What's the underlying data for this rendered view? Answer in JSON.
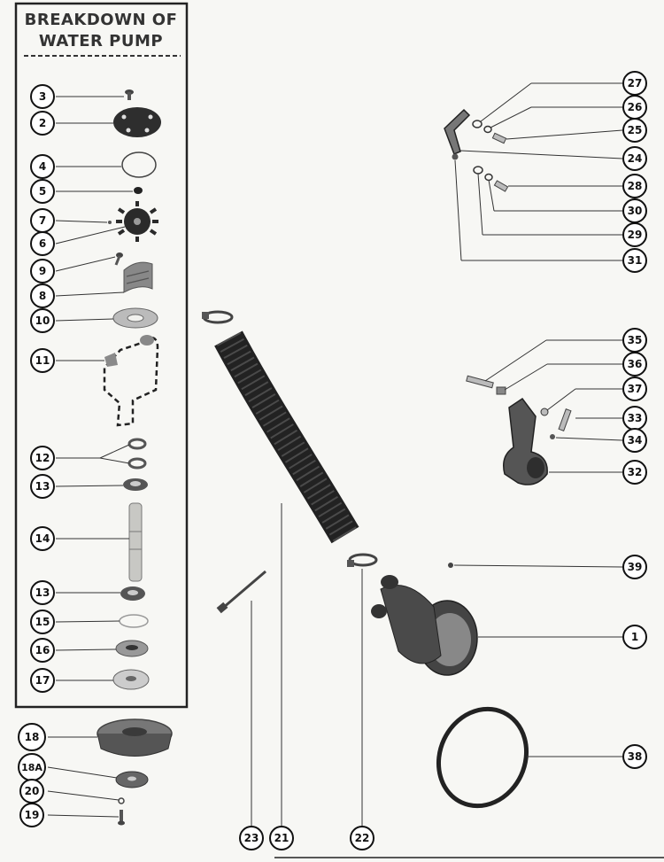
{
  "title": {
    "line1": "BREAKDOWN OF",
    "line2": "WATER PUMP"
  },
  "callouts": {
    "c3": "3",
    "c2": "2",
    "c4": "4",
    "c5": "5",
    "c7": "7",
    "c6": "6",
    "c9": "9",
    "c8": "8",
    "c10": "10",
    "c11": "11",
    "c12": "12",
    "c13a": "13",
    "c14": "14",
    "c13b": "13",
    "c15": "15",
    "c16": "16",
    "c17": "17",
    "c18": "18",
    "c18A": "18A",
    "c20": "20",
    "c19": "19",
    "c27": "27",
    "c26": "26",
    "c25": "25",
    "c24": "24",
    "c28": "28",
    "c30": "30",
    "c29": "29",
    "c31": "31",
    "c35": "35",
    "c36": "36",
    "c37": "37",
    "c33": "33",
    "c34": "34",
    "c32": "32",
    "c39": "39",
    "c1": "1",
    "c38": "38",
    "c23": "23",
    "c21": "21",
    "c22": "22"
  }
}
